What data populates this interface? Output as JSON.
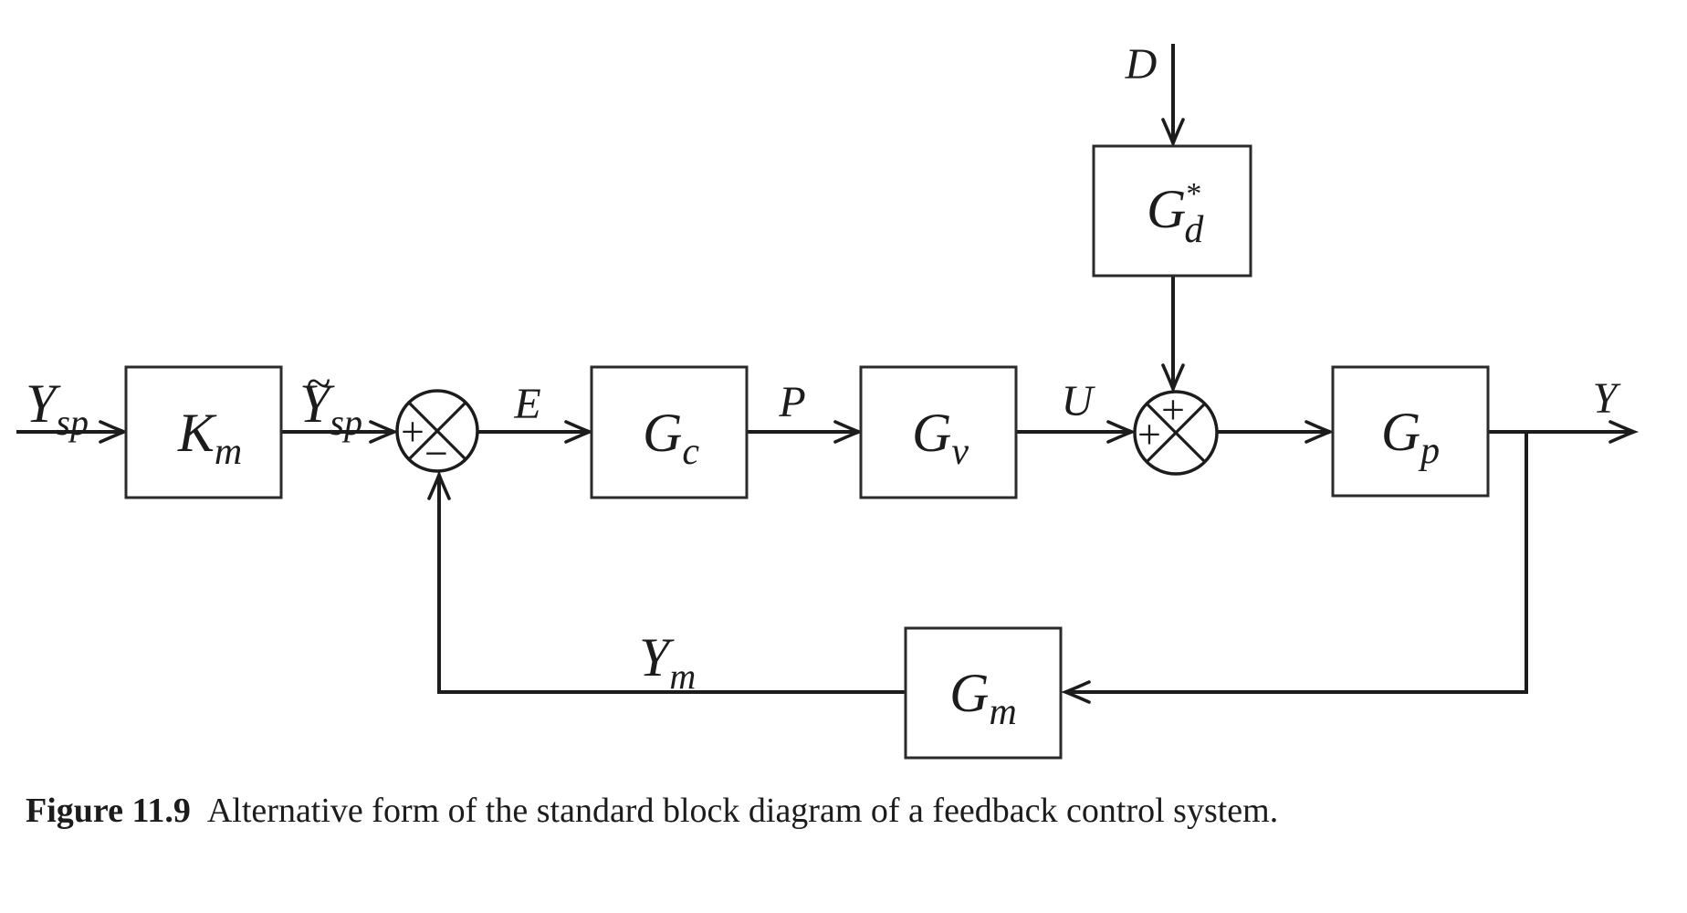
{
  "caption": {
    "label": "Figure 11.9",
    "text": "Alternative form of the standard block diagram of a feedback control system."
  },
  "colors": {
    "ink": "#1c1c1c",
    "background": "#ffffff"
  },
  "blocks": {
    "km": {
      "main": "K",
      "sub": "m"
    },
    "gc": {
      "main": "G",
      "sub": "c"
    },
    "gv": {
      "main": "G",
      "sub": "v"
    },
    "gd": {
      "main": "G",
      "sub": "d",
      "sup": "*"
    },
    "gp": {
      "main": "G",
      "sub": "p"
    },
    "gm": {
      "main": "G",
      "sub": "m"
    }
  },
  "signals": {
    "ysp": {
      "main": "Y",
      "sub": "sp"
    },
    "ysp_tilde": {
      "tilde": "~",
      "main": "Y",
      "sub": "sp"
    },
    "e": "E",
    "p": "P",
    "u": "U",
    "d": "D",
    "y": "Y",
    "ym": {
      "main": "Y",
      "sub": "m"
    }
  },
  "junctions": {
    "error": {
      "left": "+",
      "bottom": "−"
    },
    "disturbance": {
      "top": "+",
      "left": "+"
    }
  }
}
